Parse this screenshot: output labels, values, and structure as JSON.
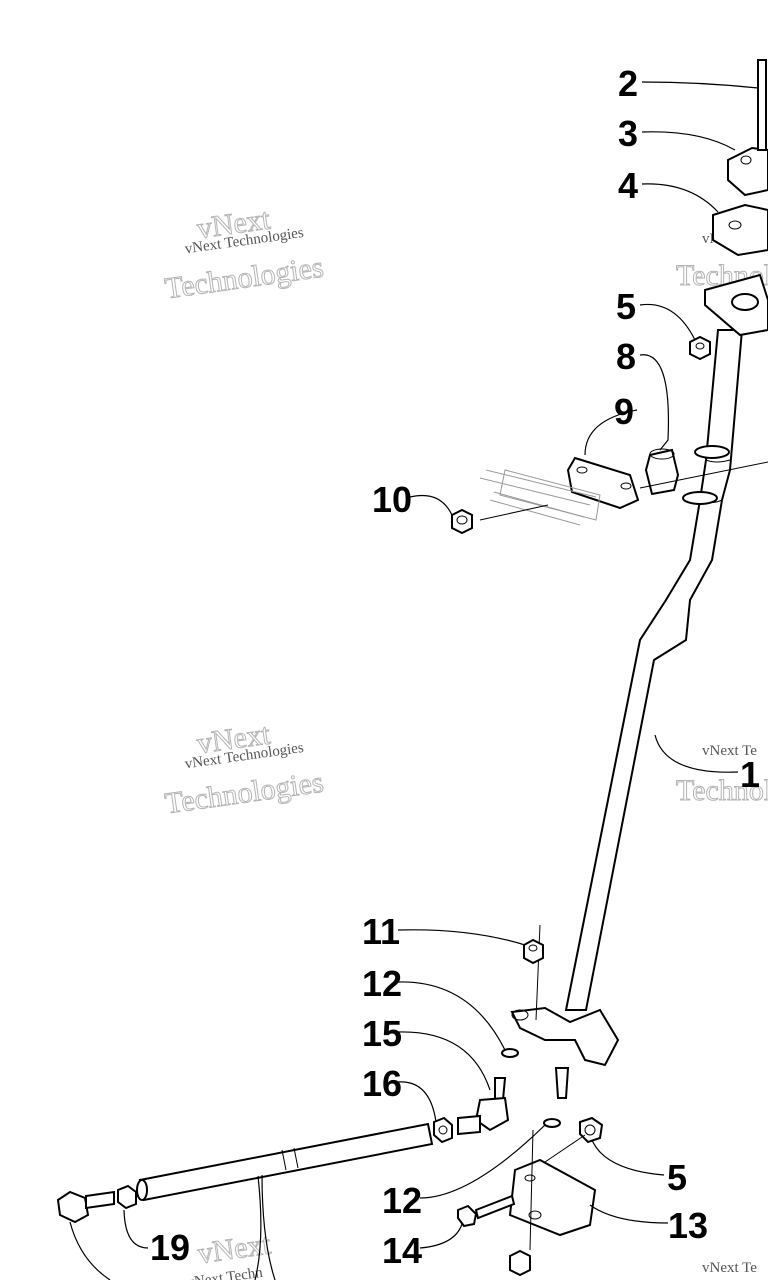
{
  "diagram": {
    "callouts": [
      "2",
      "3",
      "4",
      "5",
      "8",
      "9",
      "10",
      "1",
      "11",
      "12",
      "15",
      "16",
      "12",
      "14",
      "5",
      "13",
      "19"
    ],
    "watermark": {
      "line1": "vNext Technologies",
      "line2": "vNext",
      "line3": "Technologies",
      "partial_right_top": "vNext Te",
      "partial_right_mid": "vNext Te",
      "partial_right_bottom": "vNext Te",
      "partial_bottom_left": "vNext Techn"
    }
  }
}
